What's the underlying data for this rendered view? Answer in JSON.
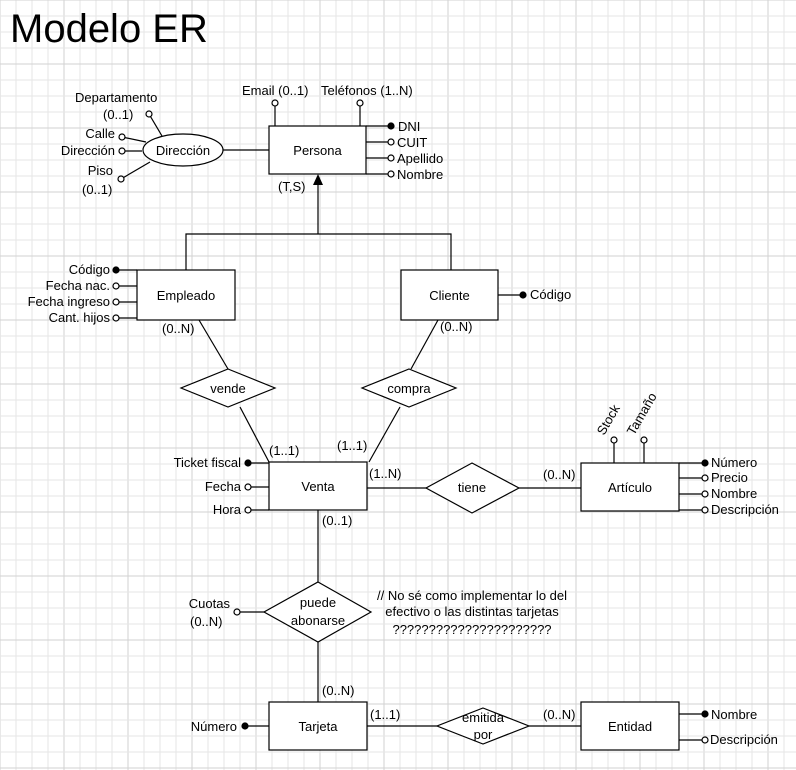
{
  "title": "Modelo ER",
  "entities": {
    "persona": "Persona",
    "empleado": "Empleado",
    "cliente": "Cliente",
    "venta": "Venta",
    "articulo": "Artículo",
    "tarjeta": "Tarjeta",
    "entidad": "Entidad"
  },
  "relationships": {
    "vende": "vende",
    "compra": "compra",
    "tiene": "tiene",
    "puede_abonarse": [
      "puede",
      "abonarse"
    ],
    "emitida_por": [
      "emitida",
      "por"
    ]
  },
  "composite": {
    "direccion": "Dirección"
  },
  "specialization": "(T,S)",
  "attributes": {
    "persona": {
      "email": "Email (0..1)",
      "telefonos": "Teléfonos (1..N)",
      "dni": "DNI",
      "cuit": "CUIT",
      "apellido": "Apellido",
      "nombre": "Nombre"
    },
    "direccion": {
      "departamento": "Departamento",
      "departamento_card": "(0..1)",
      "calle": "Calle",
      "direccion": "Dirección",
      "piso": "Piso",
      "piso_card": "(0..1)"
    },
    "empleado": {
      "codigo": "Código",
      "fecha_nac": "Fecha nac.",
      "fecha_ingreso": "Fecha ingreso",
      "cant_hijos": "Cant. hijos"
    },
    "cliente": {
      "codigo": "Código"
    },
    "venta": {
      "ticket_fiscal": "Ticket fiscal",
      "fecha": "Fecha",
      "hora": "Hora"
    },
    "articulo": {
      "stock": "Stock",
      "tamano": "Tamaño",
      "numero": "Número",
      "precio": "Precio",
      "nombre": "Nombre",
      "descripcion": "Descripción"
    },
    "puede_abonarse": {
      "cuotas": "Cuotas",
      "cuotas_card": "(0..N)"
    },
    "tarjeta": {
      "numero": "Número"
    },
    "entidad": {
      "nombre": "Nombre",
      "descripcion": "Descripción"
    }
  },
  "cardinalities": {
    "empleado_vende": "(0..N)",
    "cliente_compra": "(0..N)",
    "vende_venta": "(1..1)",
    "compra_venta": "(1..1)",
    "venta_tiene": "(1..N)",
    "tiene_articulo": "(0..N)",
    "venta_abonarse": "(0..1)",
    "abonarse_tarjeta": "(0..N)",
    "tarjeta_emitida": "(1..1)",
    "emitida_entidad": "(0..N)"
  },
  "note": [
    "// No sé como implementar lo del",
    "efectivo o las distintas tarjetas",
    "??????????????????????"
  ]
}
